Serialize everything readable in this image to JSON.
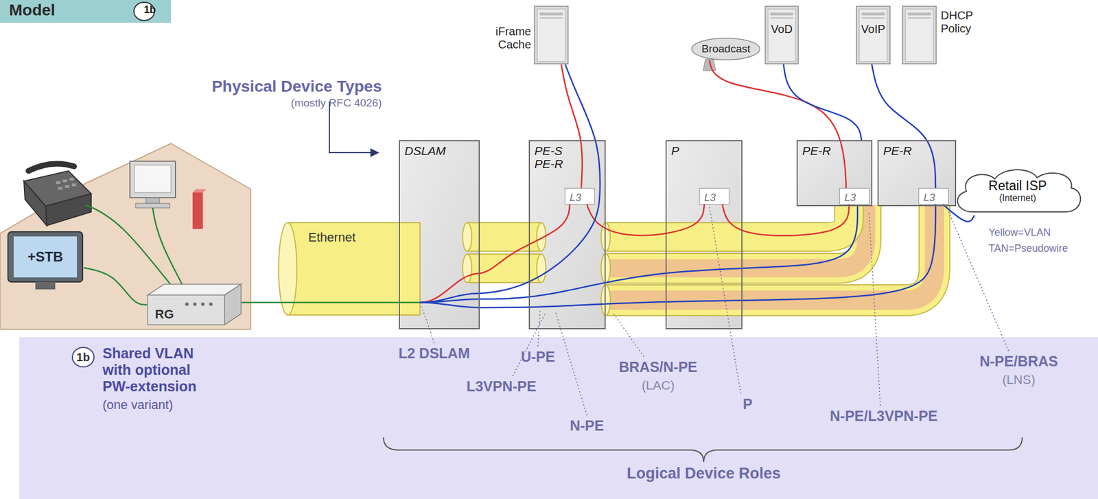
{
  "diagram": {
    "nodes": [
      {
        "text": [
          "Model"
        ]
      },
      {
        "text": [
          "1b"
        ],
        "in": 0
      },
      {
        "text": [
          "iFrame Cache"
        ]
      },
      {
        "text": [
          "Broadcast"
        ]
      },
      {
        "text": [
          "VoD"
        ]
      },
      {
        "text": [
          "VoIP"
        ]
      },
      {
        "text": [
          "DHCP Policy"
        ]
      },
      {
        "text": [
          "+STB"
        ]
      },
      {
        "text": [
          "RG"
        ]
      },
      {
        "text": [
          "DSLAM"
        ]
      },
      {
        "text": [
          "PE-S PE-R"
        ]
      },
      {
        "text": [
          "L3"
        ],
        "in": 10
      },
      {
        "text": [
          "P"
        ]
      },
      {
        "text": [
          "L3"
        ],
        "in": 12
      },
      {
        "text": [
          "PE-R"
        ]
      },
      {
        "text": [
          "L3"
        ],
        "in": 14
      },
      {
        "text": [
          "PE-R"
        ]
      },
      {
        "text": [
          "L3"
        ],
        "in": 16
      },
      {
        "text": [
          "Retail ISP",
          "(Internet)"
        ]
      },
      {
        "text": [
          "1b"
        ]
      }
    ],
    "edges": [
      {
        "from": 2,
        "to": 11,
        "arrow": "none"
      },
      {
        "from": 3,
        "to": 15,
        "arrow": "none"
      },
      {
        "from": 4,
        "to": 14,
        "arrow": "none"
      },
      {
        "from": 5,
        "to": 17,
        "arrow": "none"
      },
      {
        "from": 18,
        "to": 17,
        "arrow": "none"
      },
      {
        "from": 7,
        "to": 8,
        "arrow": "none"
      },
      {
        "from": 8,
        "to": 9,
        "arrow": "none"
      },
      {
        "from": 15,
        "to": 13,
        "arrow": "none"
      },
      {
        "from": 13,
        "to": 11,
        "arrow": "none"
      },
      {
        "from": 11,
        "to": 9,
        "arrow": "none"
      },
      {
        "from": 2,
        "to": 9,
        "arrow": "none"
      },
      {
        "from": 9,
        "to": 14,
        "arrow": "none"
      },
      {
        "from": 9,
        "to": 17,
        "arrow": "none"
      }
    ],
    "labels": [
      "Physical Device Types",
      "(mostly RFC 4026)",
      "Ethernet",
      "Yellow=VLAN",
      "TAN=Pseudowire",
      "Shared VLAN with optional PW-extension",
      "(one variant)",
      "L2 DSLAM",
      "U-PE",
      "L3VPN-PE",
      "N-PE",
      "BRAS/N-PE",
      "(LAC)",
      "P",
      "N-PE/L3VPN-PE",
      "N-PE/BRAS",
      "(LNS)",
      "Logical Device Roles"
    ]
  }
}
